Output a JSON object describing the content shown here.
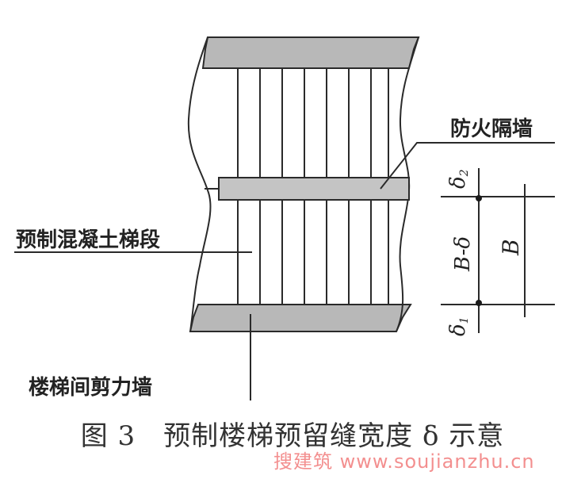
{
  "labels": {
    "firewall": "防火隔墙",
    "stair_segment": "预制混凝土梯段",
    "shear_wall": "楼梯间剪力墙"
  },
  "dimensions": {
    "delta_top": "δ",
    "delta_top_sub": "2",
    "b_minus_delta": "B-δ",
    "b": "B",
    "delta_bottom": "δ",
    "delta_bottom_sub": "1"
  },
  "caption": "图 3　预制楼梯预留缝宽度 δ 示意",
  "watermark": "搜建筑 www.soujianzhu.cn",
  "colors": {
    "wall_fill": "#b8b8b8",
    "firewall_fill": "#c4c4c4",
    "line": "#2a2a2a",
    "watermark": "#f06a6a"
  }
}
